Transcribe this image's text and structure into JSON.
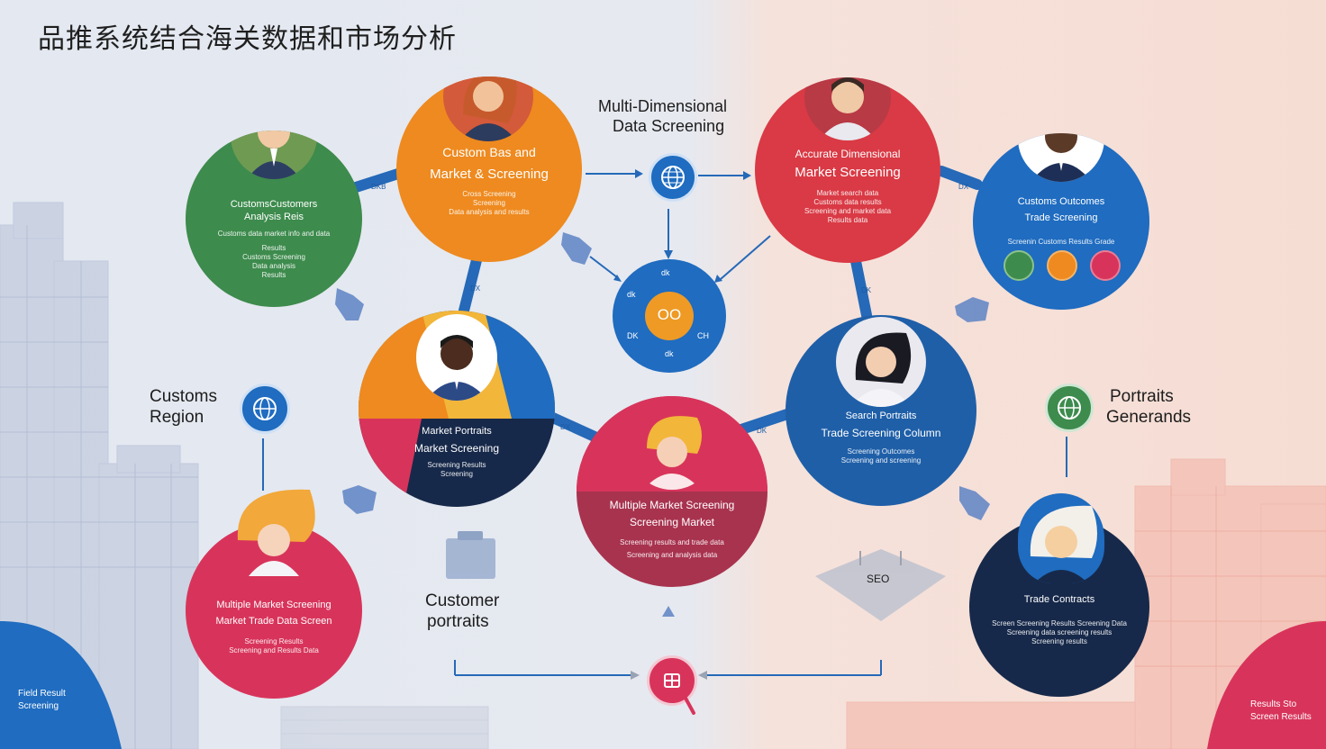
{
  "title": "品推系统结合海关数据和市场分析",
  "colors": {
    "green": "#3d8b4d",
    "orange": "#ee8a1f",
    "red": "#d93a45",
    "blue": "#1f6cc0",
    "navy": "#17294a",
    "crimson": "#d8345b",
    "connector": "#2569b8"
  },
  "labels": {
    "multi_dim": [
      "Multi-Dimensional",
      "Data Screening"
    ],
    "customs_region": [
      "Customs",
      "Region"
    ],
    "customer_portraits": [
      "Customer",
      "portraits"
    ],
    "portraits_generands": [
      "Portraits",
      "Generands"
    ]
  },
  "nodes": {
    "n1": {
      "h1": "CustomsCustomers",
      "h2": "Analysis Reis",
      "s1": "Customs data market info and data",
      "s2": "Results",
      "s3": "Customs Screening",
      "s4": "Data analysis",
      "s5": "Results"
    },
    "n2": {
      "h1": "Custom Bas and",
      "h2": "Market & Screening",
      "s1": "Cross Screening",
      "s2": "Screening",
      "s3": "Data analysis and results"
    },
    "n3": {
      "h1": "Accurate Dimensional",
      "h2": "Market Screening",
      "s1": "Market search data",
      "s2": "Customs data results",
      "s3": "Screening and market data",
      "s4": "Results data"
    },
    "n4": {
      "h1": "Customs Outcomes",
      "h2": "Trade Screening",
      "s1": "Screenin Customs Results Grade",
      "legend": [
        "",
        "",
        ""
      ]
    },
    "n5": {
      "h1": "Market Portraits",
      "h2": "Market Screening",
      "s1": "Screening Results",
      "s2": "Screening"
    },
    "n6": {
      "h1": "Search Portraits",
      "h2": "Trade Screening Column",
      "s1": "Screening Outcomes",
      "s2": "Screening and screening"
    },
    "n7": {
      "h1": "Multiple Market Screening",
      "h2": "Screening Market",
      "s1": "Screening results and trade data",
      "s2": "Screening and analysis data"
    },
    "n8": {
      "h1": "Multiple Market Screening",
      "h2": "Market Trade Data Screen",
      "s1": "Screening Results",
      "s2": "Screening and Results Data"
    },
    "n9": {
      "h1": "Trade Contracts",
      "s1": "Screen Screening Results Screening Data",
      "s2": "Screening data screening results",
      "s3": "Screening results"
    }
  },
  "center": {
    "value": "OO",
    "marks": [
      "dk",
      "dk",
      "DK",
      "CH",
      "dk"
    ]
  },
  "seo_label": "SEO",
  "tags": {
    "t1": "DKB",
    "t2": "DX",
    "t3": "DX",
    "t4": "DK",
    "t5": "DX",
    "t6": "DK"
  },
  "corner_left": [
    "Field Result",
    "Screening"
  ],
  "corner_right": [
    "Results Sto",
    "Screen Results"
  ]
}
